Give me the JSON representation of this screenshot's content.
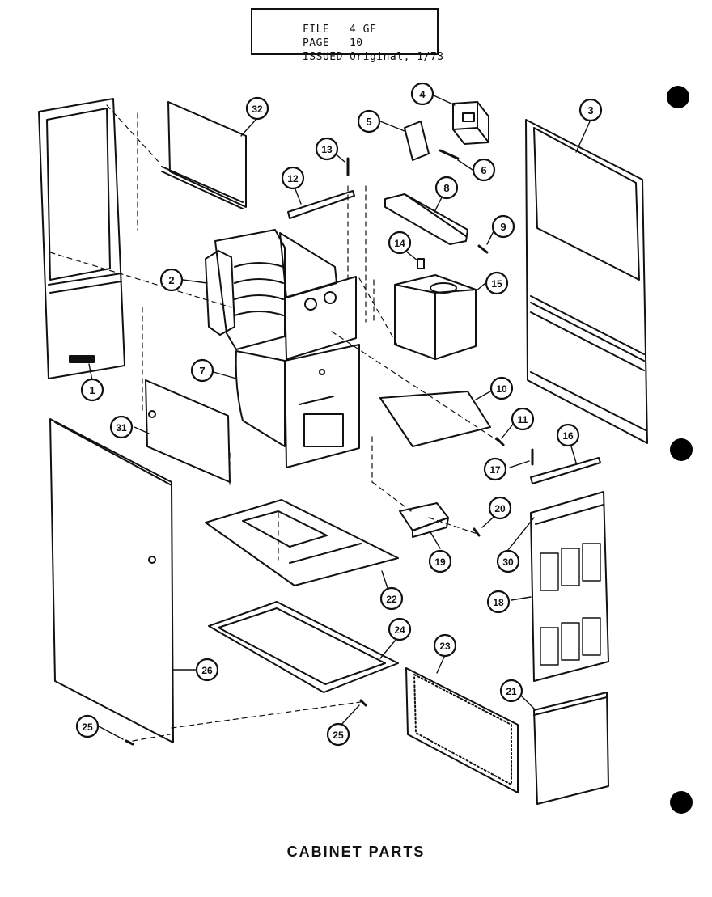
{
  "header": {
    "file_label": "FILE",
    "file_value": "4 GF",
    "page_label": "PAGE",
    "page_value": "10",
    "issued_label": "ISSUED",
    "issued_value": "Original, 1/73"
  },
  "caption": "CABINET PARTS",
  "callouts": [
    {
      "id": "c1",
      "label": "1"
    },
    {
      "id": "c2",
      "label": "2"
    },
    {
      "id": "c3",
      "label": "3"
    },
    {
      "id": "c4",
      "label": "4"
    },
    {
      "id": "c5",
      "label": "5"
    },
    {
      "id": "c6",
      "label": "6"
    },
    {
      "id": "c7",
      "label": "7"
    },
    {
      "id": "c8",
      "label": "8"
    },
    {
      "id": "c9",
      "label": "9"
    },
    {
      "id": "c10",
      "label": "10"
    },
    {
      "id": "c11",
      "label": "11"
    },
    {
      "id": "c12",
      "label": "12"
    },
    {
      "id": "c13",
      "label": "13"
    },
    {
      "id": "c14",
      "label": "14"
    },
    {
      "id": "c15",
      "label": "15"
    },
    {
      "id": "c16",
      "label": "16"
    },
    {
      "id": "c17",
      "label": "17"
    },
    {
      "id": "c18",
      "label": "18"
    },
    {
      "id": "c19",
      "label": "19"
    },
    {
      "id": "c20",
      "label": "20"
    },
    {
      "id": "c21",
      "label": "21"
    },
    {
      "id": "c22",
      "label": "22"
    },
    {
      "id": "c23",
      "label": "23"
    },
    {
      "id": "c24",
      "label": "24"
    },
    {
      "id": "c25a",
      "label": "25"
    },
    {
      "id": "c25b",
      "label": "25"
    },
    {
      "id": "c26",
      "label": "26"
    },
    {
      "id": "c30",
      "label": "30"
    },
    {
      "id": "c31",
      "label": "31"
    },
    {
      "id": "c32",
      "label": "32"
    }
  ]
}
